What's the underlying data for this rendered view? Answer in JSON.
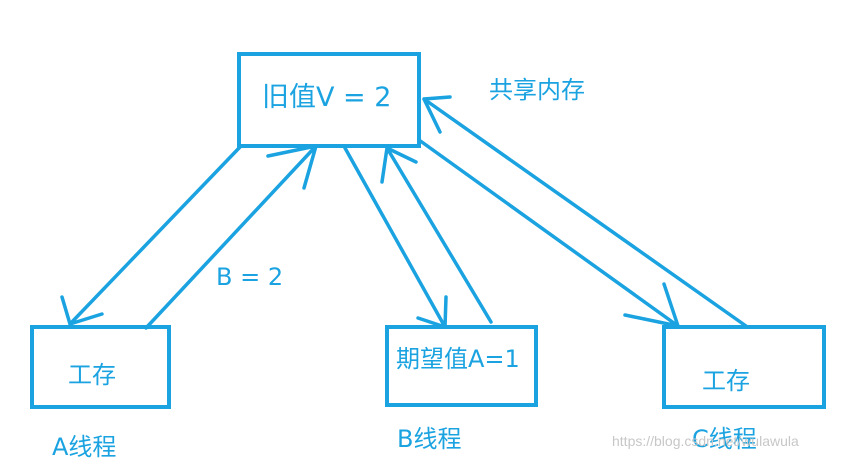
{
  "colors": {
    "stroke": "#1aa3e0",
    "text": "#1aa3e0",
    "watermark": "#c7c7c7"
  },
  "shared_memory": {
    "box_text": "旧值V = 2",
    "label": "共享内存"
  },
  "thread_a": {
    "box_text": "工存",
    "label": "A线程",
    "edge_text": "B = 2"
  },
  "thread_b": {
    "box_text": "期望值A=1",
    "label": "B线程"
  },
  "thread_c": {
    "box_text": "工存",
    "label": "C线程"
  },
  "watermark": "https://blog.csdn.net/wulawula"
}
